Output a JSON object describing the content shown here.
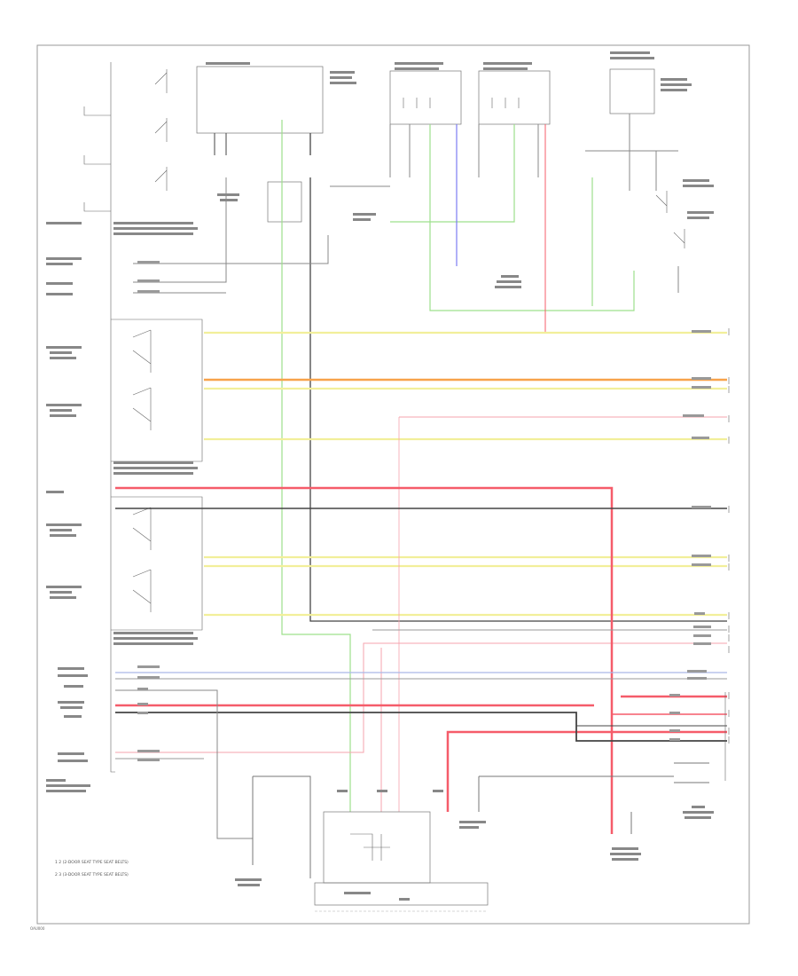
{
  "colors": {
    "yellow": "#f2ef9a",
    "orange": "#f7a24a",
    "red": "#f55c6a",
    "pink": "#f6a3ad",
    "green": "#9de08c",
    "blue": "#7b7cf2",
    "dark": "#444444",
    "gray": "#9a9a9a",
    "lightblue": "#aab7e6"
  },
  "footnotes": [
    "1   2 (2-DOOR SEAT TYPE SEAT BELTS)",
    "2   3 (3-DOOR SEAT TYPE SEAT BELTS)"
  ],
  "page_code": "OAU000"
}
